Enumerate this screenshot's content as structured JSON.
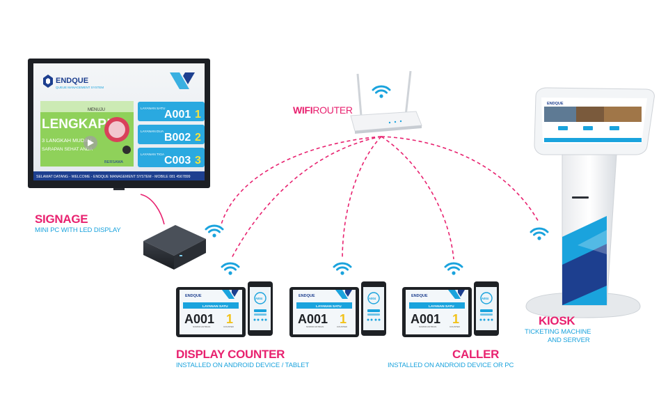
{
  "labels": {
    "signage_title": "SIGNAGE",
    "signage_sub": "MINI PC WITH LED DISPLAY",
    "wifi_title_bold": "WIFI",
    "wifi_title_rest": "ROUTER",
    "display_title": "DISPLAY COUNTER",
    "display_sub": "INSTALLED ON ANDROID DEVICE / TABLET",
    "caller_title": "CALLER",
    "caller_sub": "INSTALLED ON ANDROID DEVICE OR PC",
    "kiosk_title": "KIOSK",
    "kiosk_sub1": "TICKETING MACHINE",
    "kiosk_sub2": "AND SERVER"
  },
  "signage_screen": {
    "brand": "ENDQUE",
    "brand_sub": "QUEUE MANAGEMENT SYSTEM",
    "promo_small": "MENUJU",
    "promo_big": "LENGKAP!",
    "promo_line1": "3 LANGKAH MUDAH",
    "promo_line2": "SARAPAN SEHAT ANDA",
    "promo_footer": "BERSAMA",
    "ticker": "SELAMAT DATANG - WELCOME - ENDQUE MANAGEMENT SYSTEM - MOBILE 081 4567899",
    "rows": [
      {
        "service": "LAYANAN SATU",
        "ticket": "A001",
        "counter": "1"
      },
      {
        "service": "LAYANAN DUA",
        "ticket": "B002",
        "counter": "2"
      },
      {
        "service": "LAYANAN TIGA",
        "ticket": "C003",
        "counter": "3"
      }
    ]
  },
  "tablet": {
    "brand": "ENDQUE",
    "service": "LAYANAN SATU",
    "ticket": "A001",
    "counter": "1",
    "ticket_caption": "NOMOR ANTRIAN",
    "counter_caption": "COUNTER"
  },
  "phone": {
    "ticket": "A004"
  },
  "kiosk_screen": {
    "brand": "ENDQUE"
  },
  "colors": {
    "pink": "#e8216f",
    "blue": "#1aa3dd",
    "navy": "#1d3f8f",
    "dark": "#2b2f36"
  }
}
